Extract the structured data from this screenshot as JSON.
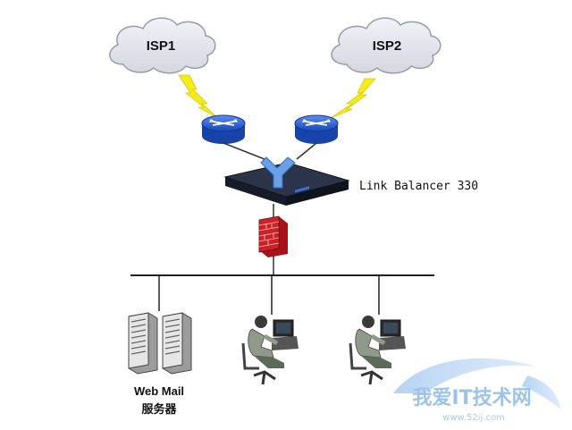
{
  "clouds": {
    "isp1": {
      "label": "ISP1"
    },
    "isp2": {
      "label": "ISP2"
    }
  },
  "device": {
    "label": "Link Balancer 330"
  },
  "server": {
    "line1": "Web Mail",
    "line2": "服务器"
  },
  "watermark": {
    "site_name": "我爱IT技术网",
    "url": "www.52ij.com"
  },
  "colors": {
    "cloud_fill": "#e4e4ee",
    "router_blue": "#2a62d9",
    "lightning": "#f4ec1c",
    "firewall_red": "#c8161c",
    "balancer_dark": "#1c2333"
  }
}
